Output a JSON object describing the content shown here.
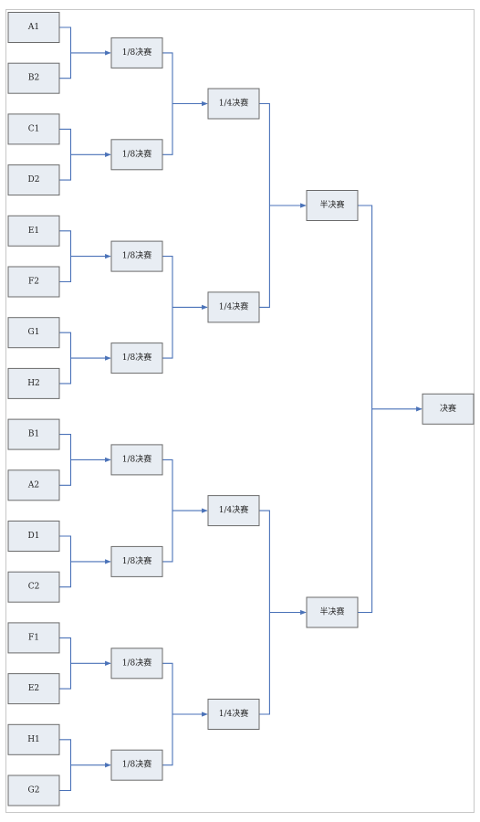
{
  "diagram": {
    "colors": {
      "box_fill": "#e8edf3",
      "box_border": "#6b6b6b",
      "connector": "#4a72b8",
      "text": "#222222"
    },
    "rounds": [
      {
        "id": "groups",
        "nodes": [
          {
            "id": "g1",
            "label": "A1"
          },
          {
            "id": "g2",
            "label": "B2"
          },
          {
            "id": "g3",
            "label": "C1"
          },
          {
            "id": "g4",
            "label": "D2"
          },
          {
            "id": "g5",
            "label": "E1"
          },
          {
            "id": "g6",
            "label": "F2"
          },
          {
            "id": "g7",
            "label": "G1"
          },
          {
            "id": "g8",
            "label": "H2"
          },
          {
            "id": "g9",
            "label": "B1"
          },
          {
            "id": "g10",
            "label": "A2"
          },
          {
            "id": "g11",
            "label": "D1"
          },
          {
            "id": "g12",
            "label": "C2"
          },
          {
            "id": "g13",
            "label": "F1"
          },
          {
            "id": "g14",
            "label": "E2"
          },
          {
            "id": "g15",
            "label": "H1"
          },
          {
            "id": "g16",
            "label": "G2"
          }
        ]
      },
      {
        "id": "round-of-16",
        "nodes": [
          {
            "id": "r16-1",
            "label": "1/8决赛"
          },
          {
            "id": "r16-2",
            "label": "1/8决赛"
          },
          {
            "id": "r16-3",
            "label": "1/8决赛"
          },
          {
            "id": "r16-4",
            "label": "1/8决赛"
          },
          {
            "id": "r16-5",
            "label": "1/8决赛"
          },
          {
            "id": "r16-6",
            "label": "1/8决赛"
          },
          {
            "id": "r16-7",
            "label": "1/8决赛"
          },
          {
            "id": "r16-8",
            "label": "1/8决赛"
          }
        ]
      },
      {
        "id": "quarter-final",
        "nodes": [
          {
            "id": "qf-1",
            "label": "1/4决赛"
          },
          {
            "id": "qf-2",
            "label": "1/4决赛"
          },
          {
            "id": "qf-3",
            "label": "1/4决赛"
          },
          {
            "id": "qf-4",
            "label": "1/4决赛"
          }
        ]
      },
      {
        "id": "semi-final",
        "nodes": [
          {
            "id": "sf-1",
            "label": "半决赛"
          },
          {
            "id": "sf-2",
            "label": "半决赛"
          }
        ]
      },
      {
        "id": "final",
        "nodes": [
          {
            "id": "final-1",
            "label": "决赛"
          }
        ]
      }
    ]
  }
}
